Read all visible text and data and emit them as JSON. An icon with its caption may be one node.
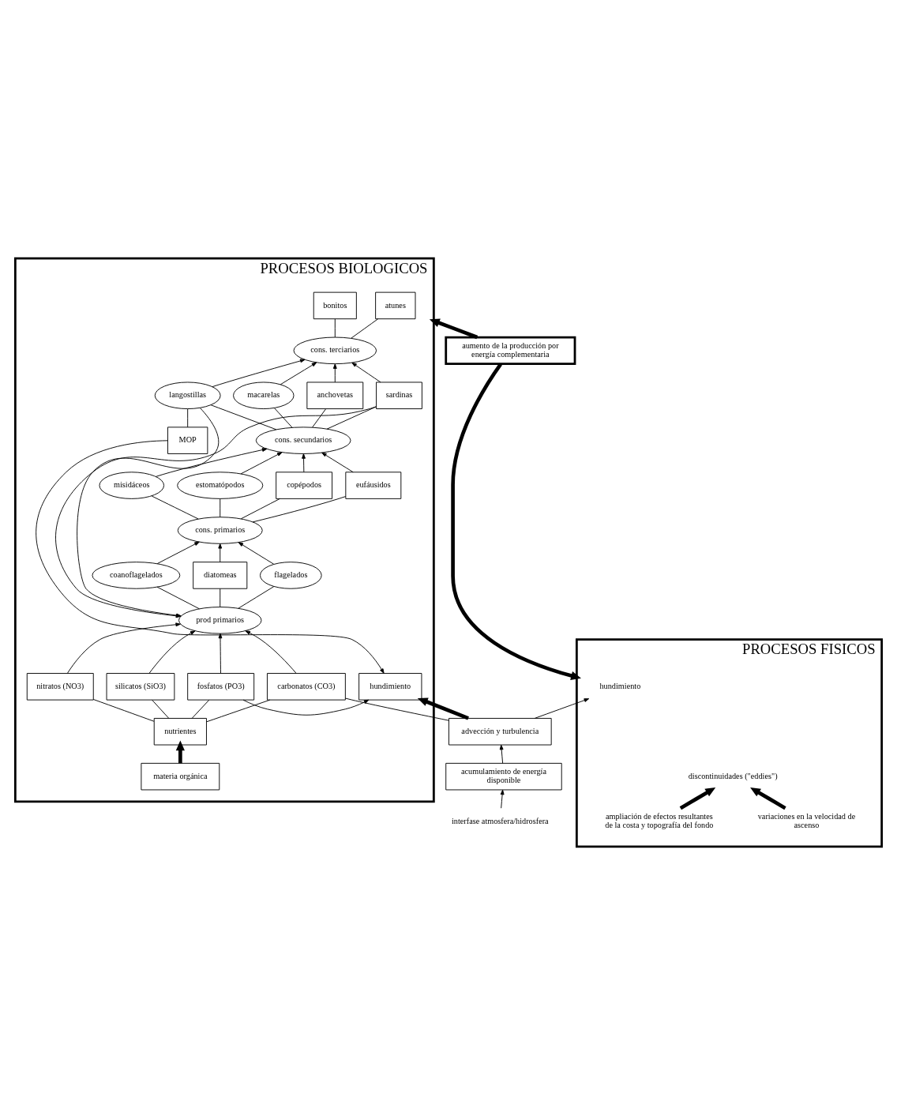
{
  "diagram": {
    "nodes": [
      {
        "text": [
          "PROCESOS BIOLOGICOS"
        ]
      },
      {
        "text": [
          "atunes"
        ],
        "in": 0
      },
      {
        "text": [
          "bonitos"
        ],
        "in": 0
      },
      {
        "text": [
          "cons. terciarios"
        ],
        "in": 0
      },
      {
        "text": [
          "sardinas"
        ],
        "in": 0
      },
      {
        "text": [
          "macarelas"
        ],
        "in": 0
      },
      {
        "text": [
          "anchovetas"
        ],
        "in": 0
      },
      {
        "text": [
          "langostillas"
        ],
        "in": 0
      },
      {
        "text": [
          "cons. secundarios"
        ],
        "in": 0
      },
      {
        "text": [
          "estomatópodos"
        ],
        "in": 0
      },
      {
        "text": [
          "copépodos"
        ],
        "in": 0
      },
      {
        "text": [
          "eufáusidos"
        ],
        "in": 0
      },
      {
        "text": [
          "misidáceos"
        ],
        "in": 0
      },
      {
        "text": [
          "cons. primarios"
        ],
        "in": 0
      },
      {
        "text": [
          "coanoflagelados"
        ],
        "in": 0
      },
      {
        "text": [
          "diatomeas"
        ],
        "in": 0
      },
      {
        "text": [
          "flagelados"
        ],
        "in": 0
      },
      {
        "text": [
          "prod primarios"
        ],
        "in": 0
      },
      {
        "text": [
          "fosfatos (PO3)"
        ],
        "in": 0
      },
      {
        "text": [
          "nitratos (NO3)"
        ],
        "in": 0
      },
      {
        "text": [
          "silicatos (SiO3)"
        ],
        "in": 0
      },
      {
        "text": [
          "carbonatos (CO3)"
        ],
        "in": 0
      },
      {
        "text": [
          "nutrientes"
        ],
        "in": 0
      },
      {
        "text": [
          "materia orgánica"
        ],
        "in": 0
      },
      {
        "text": [
          "MOP"
        ],
        "in": 0
      },
      {
        "text": [
          "hundimiento"
        ],
        "in": 0
      },
      {
        "text": [
          "aumento de la producción por energía complementaria"
        ]
      },
      {
        "text": [
          "PROCESOS FISICOS"
        ]
      },
      {
        "text": [
          "interfase atmosfera/hidrosfera"
        ]
      },
      {
        "text": [
          "acumulamiento de energía disponible"
        ]
      },
      {
        "text": [
          "advección y turbulencia"
        ]
      },
      {
        "text": [
          "hundimiento"
        ],
        "in": 27
      },
      {
        "text": [
          "discontinuidades (\"eddies\")"
        ],
        "in": 27
      },
      {
        "text": [
          "variaciones en la velocidad de ascenso"
        ],
        "in": 27
      },
      {
        "text": [
          "ampliación de efectos resultantes de la costa y topografía del fondo"
        ],
        "in": 27
      }
    ],
    "edges": [
      {
        "from": 3,
        "to": 1,
        "arrow": "none"
      },
      {
        "from": 3,
        "to": 2,
        "arrow": "none"
      },
      {
        "from": 4,
        "to": 3,
        "arrow": "to"
      },
      {
        "from": 5,
        "to": 3,
        "arrow": "to"
      },
      {
        "from": 6,
        "to": 3,
        "arrow": "to"
      },
      {
        "from": 7,
        "to": 3,
        "arrow": "to"
      },
      {
        "from": 8,
        "to": 4,
        "arrow": "none"
      },
      {
        "from": 8,
        "to": 5,
        "arrow": "none"
      },
      {
        "from": 8,
        "to": 6,
        "arrow": "none"
      },
      {
        "from": 8,
        "to": 7,
        "arrow": "none"
      },
      {
        "from": 9,
        "to": 8,
        "arrow": "to"
      },
      {
        "from": 10,
        "to": 8,
        "arrow": "to"
      },
      {
        "from": 11,
        "to": 8,
        "arrow": "to"
      },
      {
        "from": 12,
        "to": 8,
        "arrow": "to"
      },
      {
        "from": 13,
        "to": 9,
        "arrow": "none"
      },
      {
        "from": 13,
        "to": 10,
        "arrow": "none"
      },
      {
        "from": 13,
        "to": 11,
        "arrow": "none"
      },
      {
        "from": 13,
        "to": 12,
        "arrow": "none"
      },
      {
        "from": 14,
        "to": 13,
        "arrow": "to"
      },
      {
        "from": 15,
        "to": 13,
        "arrow": "to"
      },
      {
        "from": 16,
        "to": 13,
        "arrow": "to"
      },
      {
        "from": 17,
        "to": 14,
        "arrow": "none"
      },
      {
        "from": 17,
        "to": 15,
        "arrow": "none"
      },
      {
        "from": 17,
        "to": 16,
        "arrow": "none"
      },
      {
        "from": 4,
        "to": 17,
        "arrow": "to"
      },
      {
        "from": 7,
        "to": 17,
        "arrow": "to"
      },
      {
        "from": 18,
        "to": 17,
        "arrow": "to"
      },
      {
        "from": 19,
        "to": 17,
        "arrow": "to"
      },
      {
        "from": 20,
        "to": 17,
        "arrow": "to"
      },
      {
        "from": 21,
        "to": 17,
        "arrow": "to"
      },
      {
        "from": 22,
        "to": 18,
        "arrow": "none"
      },
      {
        "from": 22,
        "to": 19,
        "arrow": "none"
      },
      {
        "from": 22,
        "to": 20,
        "arrow": "none"
      },
      {
        "from": 22,
        "to": 21,
        "arrow": "none"
      },
      {
        "from": 23,
        "to": 22,
        "arrow": "to",
        "style": "thick"
      },
      {
        "from": 24,
        "to": 7,
        "arrow": "none"
      },
      {
        "from": 24,
        "to": 25,
        "arrow": "to"
      },
      {
        "from": 18,
        "to": 25,
        "arrow": "to"
      },
      {
        "from": 30,
        "to": 21,
        "arrow": "none"
      },
      {
        "from": 30,
        "to": 25,
        "arrow": "to",
        "style": "thick"
      },
      {
        "from": 26,
        "to": 0,
        "arrow": "to",
        "style": "thick"
      },
      {
        "from": 26,
        "to": 27,
        "arrow": "to",
        "style": "thick"
      },
      {
        "from": 28,
        "to": 29,
        "arrow": "to"
      },
      {
        "from": 29,
        "to": 30,
        "arrow": "to"
      },
      {
        "from": 30,
        "to": 31,
        "arrow": "to"
      },
      {
        "from": 33,
        "to": 32,
        "arrow": "to",
        "style": "thick"
      },
      {
        "from": 34,
        "to": 32,
        "arrow": "to",
        "style": "thick"
      }
    ]
  }
}
